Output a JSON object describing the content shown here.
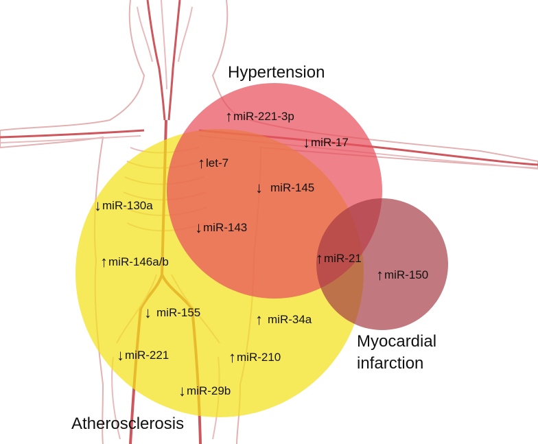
{
  "colors": {
    "atherosclerosis": "#f3e21b",
    "hypertension": "#e8505b",
    "myocardial_infarction": "#a33a42",
    "vessels": "#c9444c",
    "body_outline": "#e2a9ab"
  },
  "icons": {
    "up": "↑",
    "down": "↓"
  },
  "sets": {
    "hypertension": "Hypertension",
    "myocardial_line1": "Myocardial",
    "myocardial_line2": "infarction",
    "atherosclerosis": "Atherosclerosis"
  },
  "mirnas": [
    {
      "dir": "up",
      "name": "miR-221-3p"
    },
    {
      "dir": "down",
      "name": "miR-17"
    },
    {
      "dir": "up",
      "name": "let-7"
    },
    {
      "dir": "down",
      "name": "miR-145"
    },
    {
      "dir": "down",
      "name": "miR-130a"
    },
    {
      "dir": "down",
      "name": "miR-143"
    },
    {
      "dir": "up",
      "name": "miR-146a/b"
    },
    {
      "dir": "up",
      "name": "miR-21"
    },
    {
      "dir": "up",
      "name": "miR-150"
    },
    {
      "dir": "down",
      "name": "miR-155"
    },
    {
      "dir": "up",
      "name": "miR-34a"
    },
    {
      "dir": "down",
      "name": "miR-221"
    },
    {
      "dir": "up",
      "name": "miR-210"
    },
    {
      "dir": "down",
      "name": "miR-29b"
    }
  ]
}
